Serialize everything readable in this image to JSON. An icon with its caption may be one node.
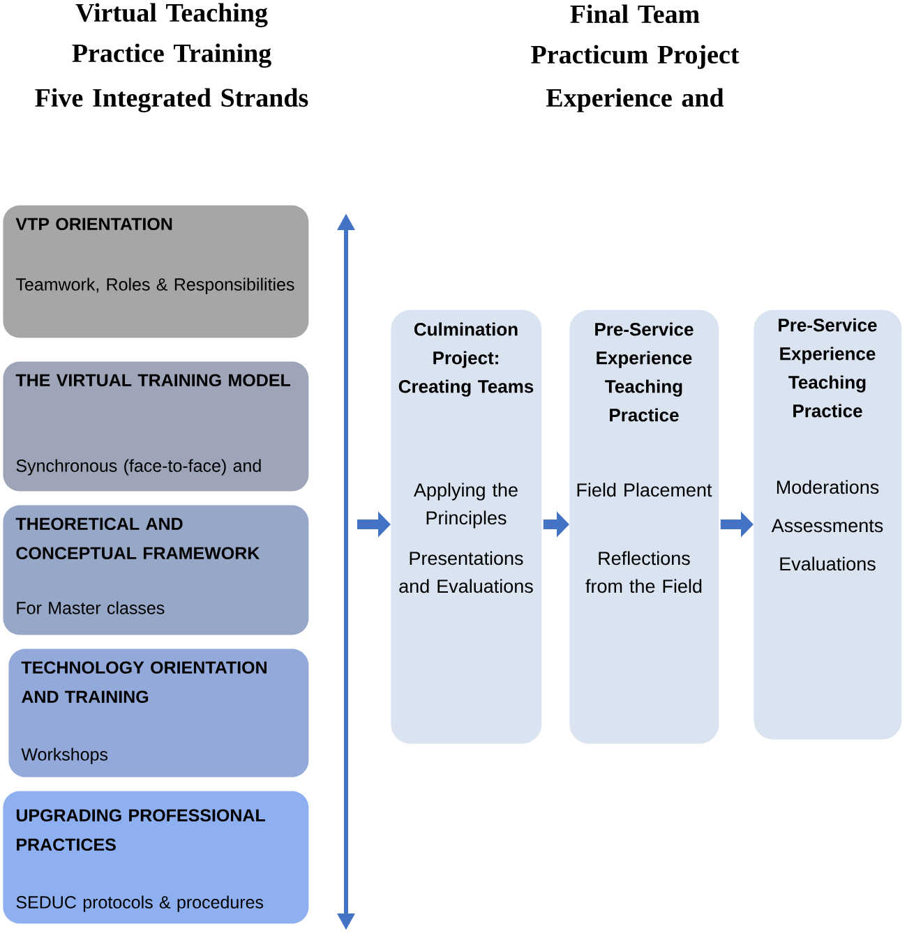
{
  "diagram": {
    "nodes": [
      {
        "text": [
          "VTP ORIENTATION",
          "Teamwork, Roles & Responsibilities"
        ]
      },
      {
        "text": [
          "THE VIRTUAL TRAINING MODEL",
          "Synchronous (face-to-face) and"
        ]
      },
      {
        "text": [
          "THEORETICAL AND CONCEPTUAL FRAMEWORK",
          "For Master classes"
        ]
      },
      {
        "text": [
          "TECHNOLOGY ORIENTATION AND TRAINING",
          "Workshops"
        ]
      },
      {
        "text": [
          "UPGRADING PROFESSIONAL PRACTICES",
          "SEDUC protocols & procedures"
        ]
      },
      {
        "text": [
          "Culmination Project: Creating Teams",
          "Applying the Principles",
          "Presentations and Evaluations"
        ]
      },
      {
        "text": [
          "Pre-Service Experience Teaching Practice",
          "Field Placement",
          "Reflections from the Field"
        ]
      },
      {
        "text": [
          "Pre-Service Experience Teaching Practice",
          "Moderations",
          "Assessments",
          "Evaluations"
        ]
      }
    ],
    "edges": [
      {
        "from": null,
        "to": 5,
        "arrow": "to"
      },
      {
        "from": 5,
        "to": 6,
        "arrow": "to"
      },
      {
        "from": 6,
        "to": 7,
        "arrow": "to"
      }
    ],
    "labels": [
      "Virtual Teaching Practice Training",
      "Five Integrated Strands",
      "Final Team Practicum Project",
      "Experience and"
    ]
  }
}
